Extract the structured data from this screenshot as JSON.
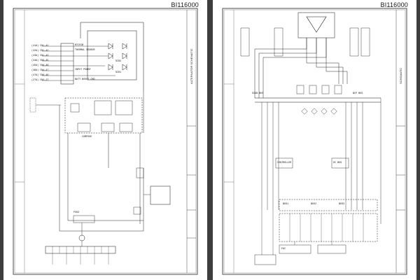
{
  "pages": [
    {
      "code": "BI116000",
      "connector_labels": [
        "(41A) CN1-41",
        "(42A) CN1-42",
        "(43A) CN1-43",
        "(44A) CN4-45",
        "(45A) CN4-46",
        "(46A) CN4-47",
        "(47A) CN4-48",
        "(27A) CN2-27"
      ],
      "terminal_labels": [
        "NTC0IB",
        "THERMAL SENSOR",
        "SCR2",
        "SCR1",
        "INPUT POWER"
      ],
      "block_labels": [
        "BATT BOOST CMD",
        "COMPOSE",
        "FS02"
      ],
      "title_block_text": "ALTERNATOR SCHEMATIC"
    },
    {
      "code": "BI116000",
      "connector_labels": [
        "SIGN BUS",
        "BCP BUS",
        "BUS1",
        "BUS2",
        "BUS3"
      ],
      "block_labels": [
        "CONTROLLER",
        "DC BUS",
        "FAC"
      ],
      "title_block_text": "SCHEMATIC"
    }
  ]
}
